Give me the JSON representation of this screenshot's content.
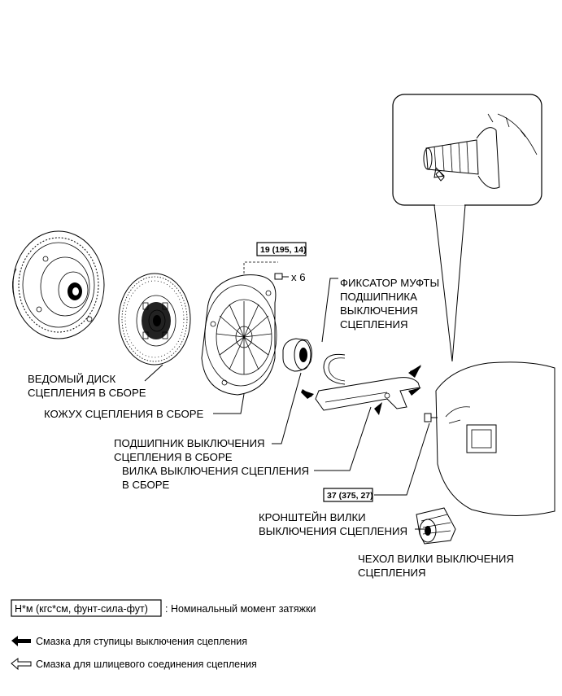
{
  "labels": {
    "driven_disc": [
      "ВЕДОМЫЙ ДИСК",
      "СЦЕПЛЕНИЯ В СБОРЕ"
    ],
    "cover": [
      "КОЖУХ СЦЕПЛЕНИЯ В СБОРЕ"
    ],
    "release_bearing": [
      "ПОДШИПНИК ВЫКЛЮЧЕНИЯ",
      "СЦЕПЛЕНИЯ В СБОРЕ"
    ],
    "release_fork": [
      "ВИЛКА ВЫКЛЮЧЕНИЯ СЦЕПЛЕНИЯ",
      "В СБОРЕ"
    ],
    "hub_clip": [
      "ФИКСАТОР МУФТЫ",
      "ПОДШИПНИКА",
      "ВЫКЛЮЧЕНИЯ",
      "СЦЕПЛЕНИЯ"
    ],
    "fork_support": [
      "КРОНШТЕЙН ВИЛКИ",
      "ВЫКЛЮЧЕНИЯ СЦЕПЛЕНИЯ"
    ],
    "fork_boot": [
      "ЧЕХОЛ ВИЛКИ ВЫКЛЮЧЕНИЯ",
      "СЦЕПЛЕНИЯ"
    ]
  },
  "torque": {
    "cover_bolts": "19 (195, 14)",
    "fork_support": "37 (375, 27)",
    "bolt_count": "x 6"
  },
  "legend": {
    "torque_units": "Н*м (кгс*см, фунт-сила-фут)",
    "torque_desc": ": Номинальный момент затяжки",
    "grease_hub": "Смазка для ступицы выключения сцепления",
    "grease_spline": "Смазка для шлицевого соединения сцепления"
  }
}
